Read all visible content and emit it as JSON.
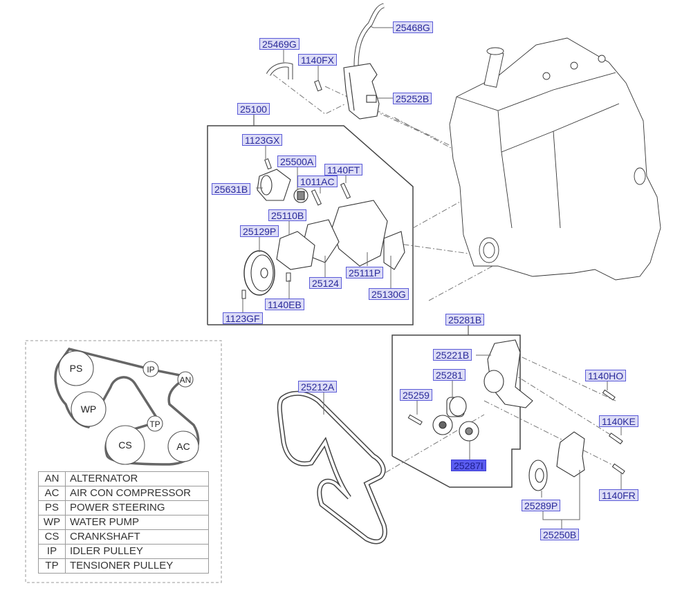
{
  "labels": {
    "p25468G": "25468G",
    "p25469G": "25469G",
    "p1140FX": "1140FX",
    "p25252B": "25252B",
    "p25100": "25100",
    "p1123GX": "1123GX",
    "p25500A": "25500A",
    "p1140FT": "1140FT",
    "p1011AC": "1011AC",
    "p25631B": "25631B",
    "p25110B": "25110B",
    "p25129P": "25129P",
    "p25124": "25124",
    "p25111P": "25111P",
    "p25130G": "25130G",
    "p1140EB": "1140EB",
    "p1123GF": "1123GF",
    "p25281B": "25281B",
    "p25221B": "25221B",
    "p25281": "25281",
    "p25259": "25259",
    "p25287I": "25287I",
    "p25212A": "25212A",
    "p1140HO": "1140HO",
    "p1140KE": "1140KE",
    "p1140FR": "1140FR",
    "p25289P": "25289P",
    "p25250B": "25250B"
  },
  "selected_part": "25287I",
  "belt_routing": {
    "pulleys": [
      "PS",
      "IP",
      "AN",
      "WP",
      "TP",
      "CS",
      "AC"
    ]
  },
  "legend": [
    {
      "code": "AN",
      "desc": "ALTERNATOR"
    },
    {
      "code": "AC",
      "desc": "AIR CON COMPRESSOR"
    },
    {
      "code": "PS",
      "desc": "POWER STEERING"
    },
    {
      "code": "WP",
      "desc": "WATER PUMP"
    },
    {
      "code": "CS",
      "desc": "CRANKSHAFT"
    },
    {
      "code": "IP",
      "desc": "IDLER PULLEY"
    },
    {
      "code": "TP",
      "desc": "TENSIONER PULLEY"
    }
  ],
  "colors": {
    "label_fill": "#dcdcf6",
    "label_border": "#5a5ad8",
    "label_text": "#2a2a9a",
    "selected_fill": "#5a5cf0"
  }
}
